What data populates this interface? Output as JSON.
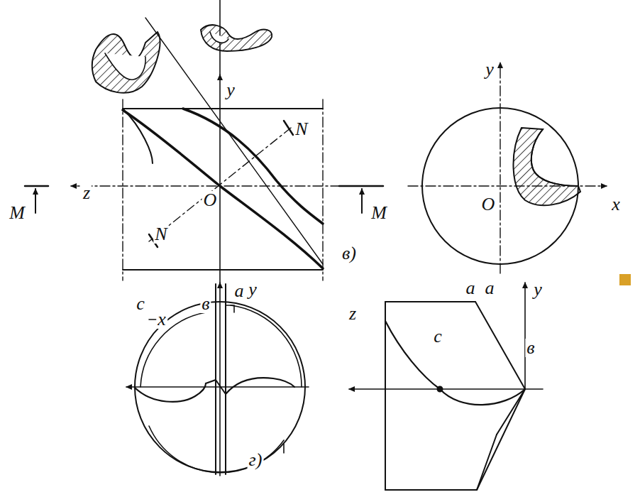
{
  "diagram": {
    "labels": [
      "y",
      "z",
      "O",
      "M",
      "M",
      "N",
      "N",
      "в)",
      "y",
      "x",
      "O",
      "a",
      "a",
      "y",
      "x",
      "c",
      "в",
      "г)",
      "a",
      "y",
      "z",
      "c",
      "в"
    ]
  }
}
